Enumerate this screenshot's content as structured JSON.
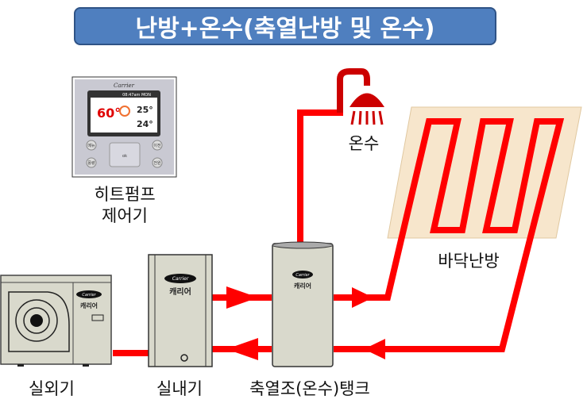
{
  "title": "난방+온수(축열난방 및 온수)",
  "labels": {
    "hot_water": "온수",
    "floor_heating": "바닥난방",
    "controller_line1": "히트펌프",
    "controller_line2": "제어기",
    "outdoor_unit": "실외기",
    "indoor_unit": "실내기",
    "tank": "축열조(온수)탱크"
  },
  "brand": {
    "logo": "Carrier",
    "korean": "캐리어"
  },
  "controller": {
    "screen": {
      "temp_left": "60°",
      "temp_right_top": "25°",
      "temp_right_bottom": "24°",
      "clock": "08:47am MON"
    },
    "buttons": [
      "메뉴",
      "풍량",
      "이전",
      "전원"
    ],
    "ok": "ok"
  },
  "colors": {
    "pipe": "#ff0000",
    "title_bg": "#4f7fbf",
    "unit_body": "#d9d9cc",
    "floor": "#f7e6cc"
  }
}
